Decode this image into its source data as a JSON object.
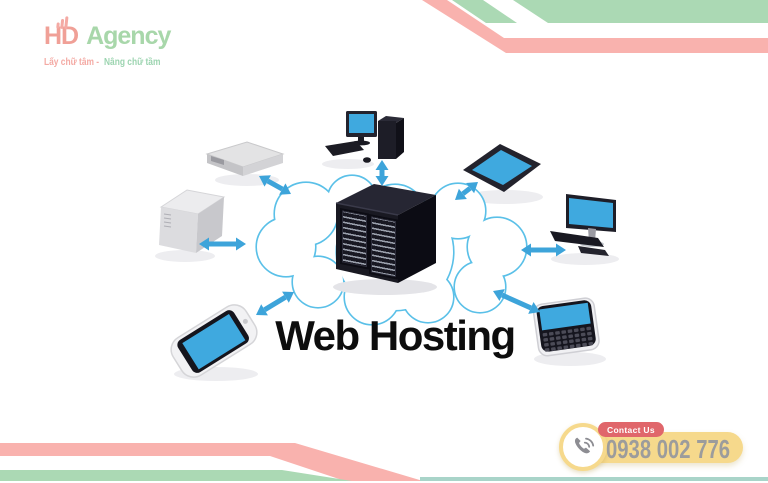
{
  "logo": {
    "hd": "HD",
    "agency": "Agency",
    "tagline_left": "Lấy chữ tâm -",
    "tagline_right": "Nâng chữ tầm"
  },
  "hero": {
    "title": "Web Hosting"
  },
  "contact": {
    "label": "Contact Us",
    "phone": "0938 002 776"
  },
  "illustration": {
    "icons": [
      "cloud-icon",
      "server-rack-icon",
      "desktop-computer-icon",
      "router-box-icon",
      "tower-pc-icon",
      "tablet-icon",
      "monitor-workstation-icon",
      "smartphone-icon",
      "qwerty-phone-icon",
      "connection-arrow-icon",
      "phone-handset-icon"
    ]
  },
  "colors": {
    "accent_blue": "#3da4da",
    "cloud_outline": "#5ac0e8",
    "screen_blue": "#3fa9df",
    "stripe_pink": "#f9b2ae",
    "stripe_green": "#abd9b4",
    "teal_line": "#a9d4c9",
    "logo_pink": "#f0a097",
    "logo_green": "#a8d7aa",
    "badge_yellow": "#f6d98c",
    "ribbon_red": "#e0666b",
    "number_gray": "#9c9c9c",
    "title_black": "#0d0d0d"
  }
}
